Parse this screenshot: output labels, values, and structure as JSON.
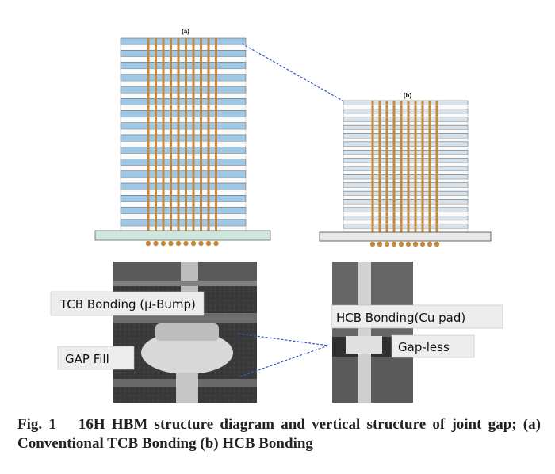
{
  "figure": {
    "panel_a_label": "(a)",
    "panel_b_label": "(b)",
    "label_tcb": "TCB Bonding (μ-Bump)",
    "label_gap_fill": "GAP Fill",
    "label_hcb": "HCB Bonding(Cu pad)",
    "label_gap_less": "Gap-less",
    "caption_number": "Fig. 1",
    "caption_text": "16H HBM structure diagram and vertical structure of joint gap; (a) Conventional TCB Bonding (b) HCB Bonding"
  },
  "colors": {
    "die_a": "#9fc7e6",
    "die_b": "#d6e3ec",
    "tsv": "#c48a3c",
    "substrate_a": "#cfe6dc",
    "substrate_b": "#e8e8e8",
    "photo_dark": "#3e3e3e",
    "photo_bright": "#cfcfcf",
    "leader": "#3355cc"
  }
}
